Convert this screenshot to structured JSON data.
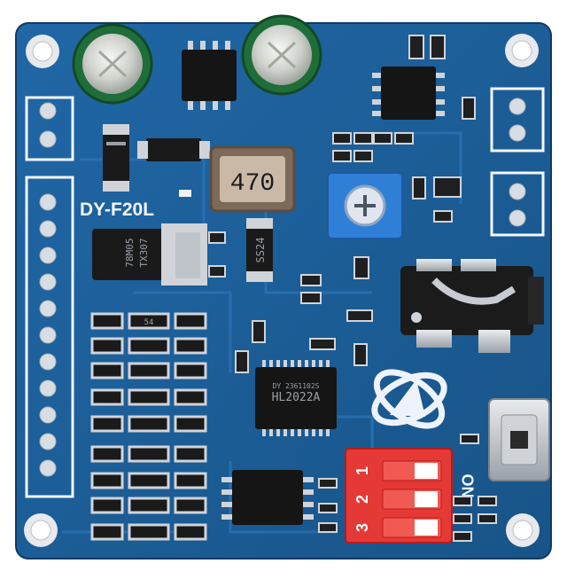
{
  "board": {
    "model_label": "DY-F20L",
    "inductor_marking": "470",
    "diode_marking": "SS24",
    "regulator_marking_line1": "78M05",
    "regulator_marking_line2": "TX307",
    "amp_chip_marking_line1": "HL2022A",
    "amp_chip_marking_line2": "DY 2361102S",
    "dip_switch_on_label": "ON",
    "dip_switch_numbers": [
      "1",
      "2",
      "3"
    ],
    "small_resistor_marking": "54"
  },
  "colors": {
    "pcb": "#1d5f9a",
    "pcb_dark": "#174c80",
    "silkscreen": "#f4f7ff",
    "dip_switch": "#e53935",
    "potentiometer": "#2f7fd6"
  }
}
